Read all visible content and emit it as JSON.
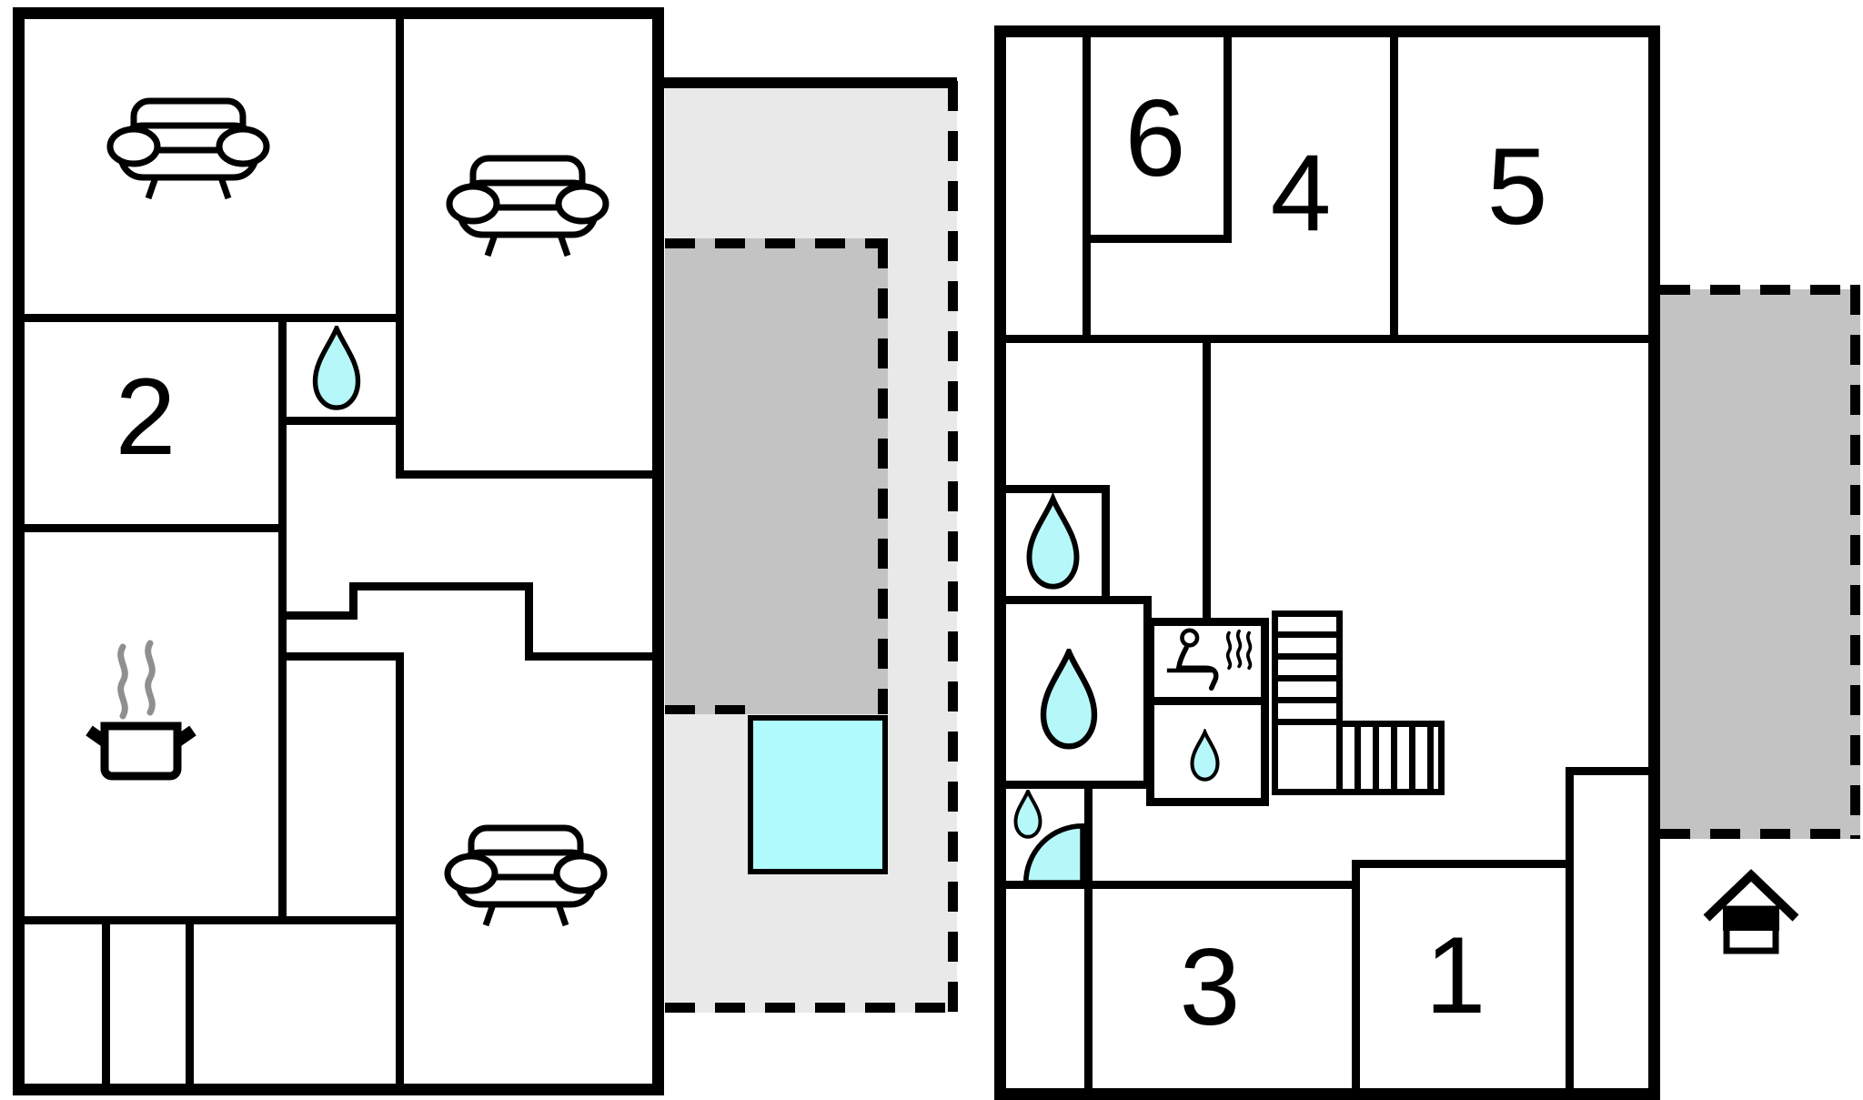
{
  "plan": {
    "type": "floor-plan",
    "rooms": [
      {
        "id": "room-2",
        "label": "2"
      },
      {
        "id": "room-6",
        "label": "6"
      },
      {
        "id": "room-4",
        "label": "4"
      },
      {
        "id": "room-5",
        "label": "5"
      },
      {
        "id": "room-3",
        "label": "3"
      },
      {
        "id": "room-1",
        "label": "1"
      }
    ],
    "icons": [
      "sofa-icon",
      "sofa-icon",
      "sofa-icon",
      "cooking-pot-icon",
      "water-drop-icon",
      "water-drop-icon",
      "water-drop-icon",
      "water-drop-icon",
      "water-drop-icon",
      "shower-quarter-circle-icon",
      "sauna-person-icon",
      "stairs-icon",
      "house-entrance-icon"
    ],
    "colors": {
      "wall": "#000000",
      "water": "#b6f8fa",
      "pool": "#b0fbfc",
      "terrace_light": "#e9e9e9",
      "terrace_dark": "#c3c3c3",
      "steam": "#8f8f8f",
      "background": "#ffffff"
    }
  }
}
